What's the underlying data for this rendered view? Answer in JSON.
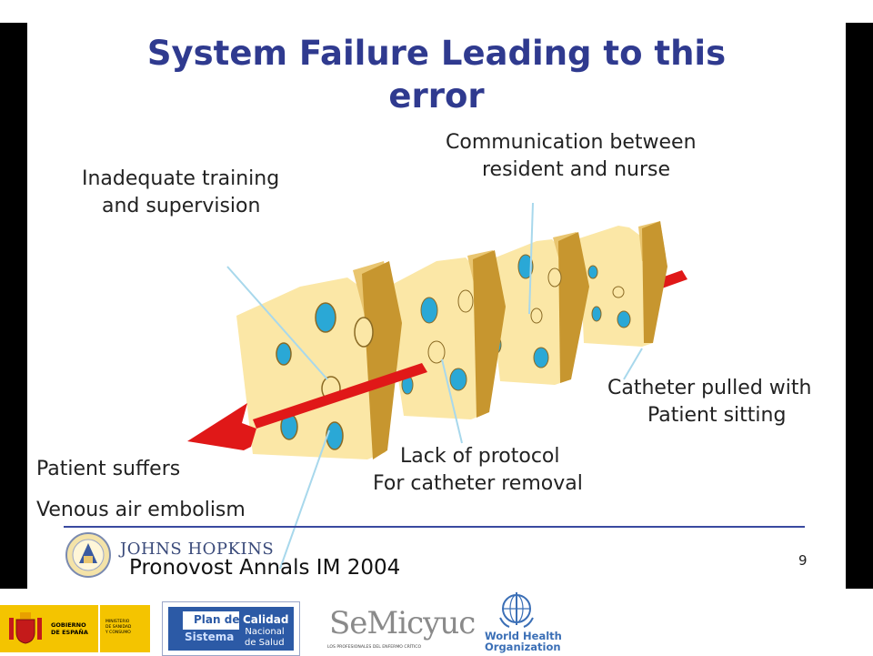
{
  "slide": {
    "title_line1": "System Failure Leading to this",
    "title_line2": "error",
    "labels": {
      "training_line1": "Inadequate training",
      "training_line2": "and supervision",
      "communication_line1": "Communication between",
      "communication_line2": "resident and nurse",
      "catheter_line1": "Catheter pulled with",
      "catheter_line2": "Patient sitting",
      "protocol_line1": "Lack of protocol",
      "protocol_line2": "For catheter removal",
      "outcome_line1": "Patient suffers",
      "outcome_line2": "Venous air embolism"
    },
    "institution": "JOHNS HOPKINS",
    "citation": "Pronovost Annals IM 2004",
    "page_number": "9"
  },
  "footer": {
    "gobierno_line1": "GOBIERNO",
    "gobierno_line2": "DE ESPAÑA",
    "ministerio_line1": "MINISTERIO",
    "ministerio_line2": "DE SANIDAD",
    "ministerio_line3": "Y CONSUMO",
    "plan_de": "Plan de",
    "plan_calidad": "Calidad",
    "plan_sistema": "Sistema",
    "plan_nacional": "Nacional",
    "plan_salud": "de Salud",
    "semicyuc": "SeMicyuc",
    "semicyuc_tagline": "LOS PROFESIONALES DEL ENFERMO CRÍTICO",
    "who_line1": "World Health",
    "who_line2": "Organization"
  },
  "colors": {
    "title": "#2f3a8f",
    "cheese_face": "#fbe7a6",
    "cheese_side": "#c7962f",
    "hole": "#2aa8d6",
    "arrow": "#e01818",
    "rule": "#3a4aa0"
  },
  "icons": [
    "johns-hopkins-seal-icon",
    "spain-coat-of-arms-icon",
    "who-emblem-icon"
  ]
}
